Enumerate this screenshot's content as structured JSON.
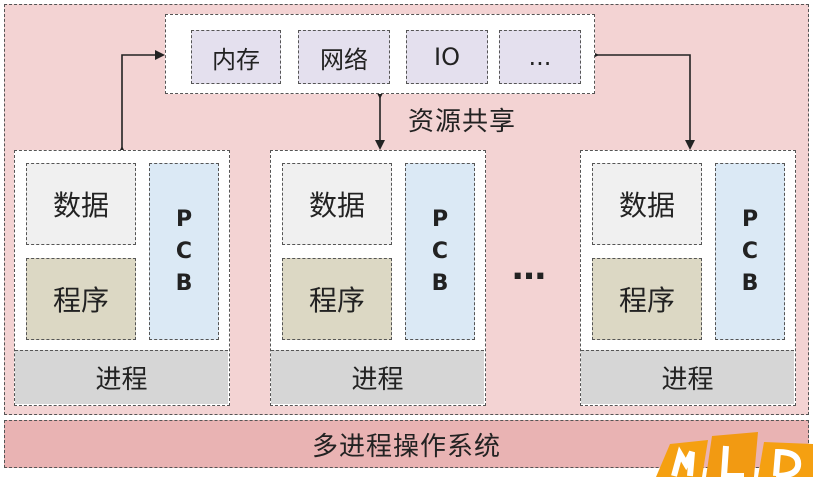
{
  "resources": {
    "memory": "内存",
    "network": "网络",
    "io": "IO",
    "more": "..."
  },
  "shared_label": "资源共享",
  "process": {
    "data": "数据",
    "program": "程序",
    "pcb": [
      "P",
      "C",
      "B"
    ],
    "label": "进程"
  },
  "ellipsis": "…",
  "os_label": "多进程操作系统",
  "colors": {
    "background": "#f3d3d3",
    "os_bar": "#e9b3b3",
    "resource_box": "#e4e0ee",
    "data_box": "#f0f0f0",
    "program_box": "#dcd8c4",
    "pcb_box": "#dbe9f5",
    "process_label": "#d6d6d6",
    "logo": "#f5a011"
  }
}
